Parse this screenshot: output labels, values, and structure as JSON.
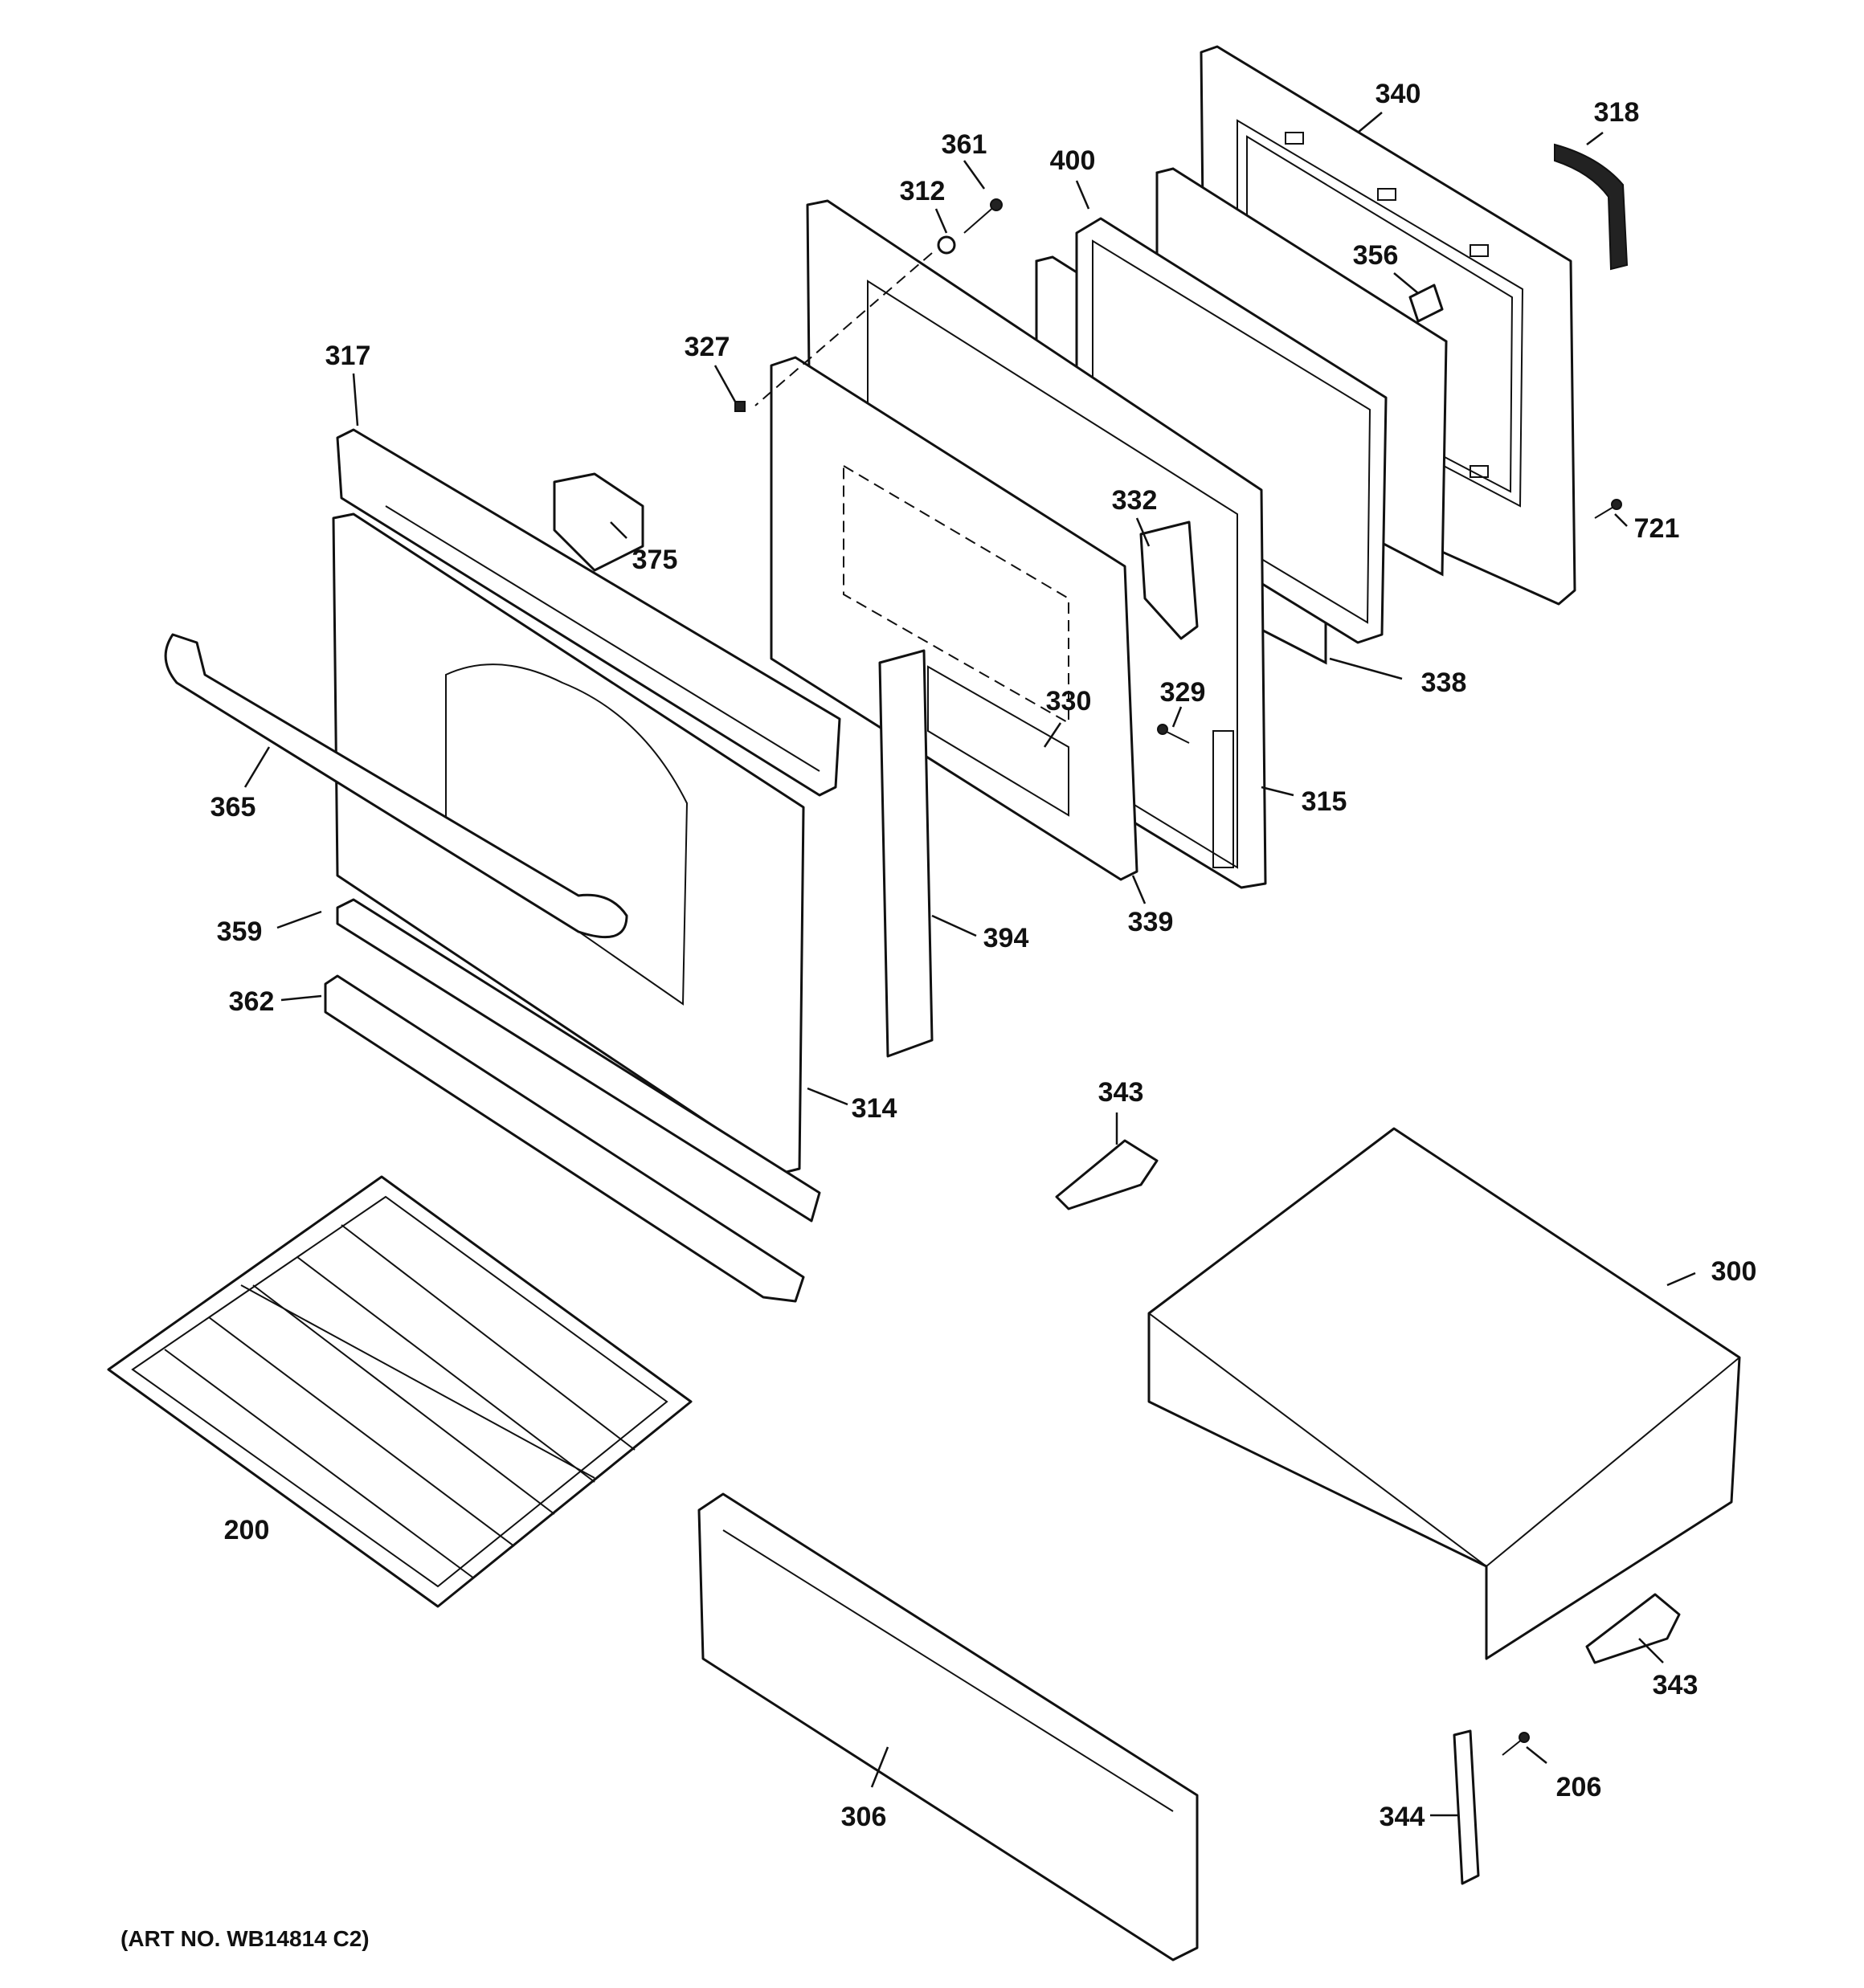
{
  "labels": {
    "p340": "340",
    "p318": "318",
    "p361": "361",
    "p400": "400",
    "p312": "312",
    "p356": "356",
    "p327": "327",
    "p317": "317",
    "p375": "375",
    "p332": "332",
    "p721": "721",
    "p338": "338",
    "p330": "330",
    "p329": "329",
    "p365": "365",
    "p315": "315",
    "p339": "339",
    "p359": "359",
    "p394": "394",
    "p362": "362",
    "p314": "314",
    "p343a": "343",
    "p300": "300",
    "p200": "200",
    "p343b": "343",
    "p206": "206",
    "p306": "306",
    "p344": "344"
  },
  "art_number": "(ART NO. WB14814 C2)"
}
